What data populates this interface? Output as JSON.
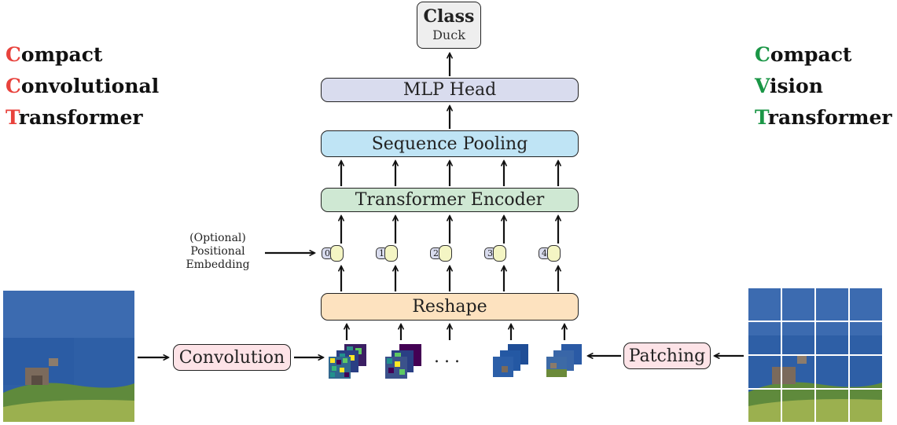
{
  "left_title": {
    "lines": [
      {
        "cap": "C",
        "rest": "ompact"
      },
      {
        "cap": "C",
        "rest": "onvolutional"
      },
      {
        "cap": "T",
        "rest": "ransformer"
      }
    ]
  },
  "right_title": {
    "lines": [
      {
        "cap": "C",
        "rest": "ompact"
      },
      {
        "cap": "V",
        "rest": "ision"
      },
      {
        "cap": "T",
        "rest": "ransformer"
      }
    ]
  },
  "class_box": {
    "title": "Class",
    "label": "Duck"
  },
  "blocks": {
    "mlp_head": "MLP Head",
    "sequence_pooling": "Sequence Pooling",
    "transformer_encoder": "Transformer Encoder",
    "reshape": "Reshape",
    "convolution": "Convolution",
    "patching": "Patching"
  },
  "positional_embedding_label": {
    "line1": "(Optional)",
    "line2": "Positional",
    "line3": "Embedding"
  },
  "tokens": [
    "0",
    "1",
    "2",
    "3",
    "4"
  ],
  "ellipsis": "...",
  "colors": {
    "cct_accent": "#e8423c",
    "cvt_accent": "#1a9646",
    "class_fill": "#eeeeee",
    "mlp_fill": "#d9dcee",
    "pooling_fill": "#bfe4f5",
    "encoder_fill": "#cfe8d3",
    "reshape_fill": "#fde2bf",
    "conv_fill": "#fde3e7",
    "token_index_fill": "#d9dcee",
    "token_embed_fill": "#f4f5c4"
  }
}
